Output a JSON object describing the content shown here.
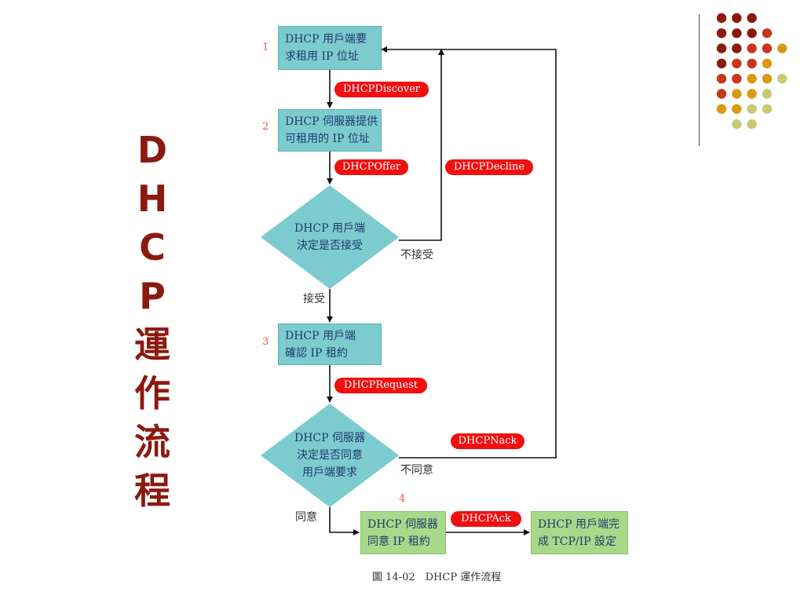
{
  "title_chars": [
    "D",
    "H",
    "C",
    "P",
    "運",
    "作",
    "流",
    "程"
  ],
  "nodes": {
    "step1": [
      "DHCP 用戶端要",
      "求租用 IP 位址"
    ],
    "step2": [
      "DHCP 伺服器提供",
      "可租用的 IP 位址"
    ],
    "decision1": [
      "DHCP 用戶端",
      "決定是否接受"
    ],
    "step3": [
      "DHCP 用戶端",
      "確認 IP 租約"
    ],
    "decision2": [
      "DHCP 伺服器",
      "決定是否同意",
      "用戶端要求"
    ],
    "step4": [
      "DHCP 伺服器",
      "同意 IP 租約"
    ],
    "final": [
      "DHCP 用戶端完",
      "成 TCP/IP 設定"
    ]
  },
  "step_numbers": [
    "1",
    "2",
    "3",
    "4"
  ],
  "messages": {
    "discover": "DHCPDiscover",
    "offer": "DHCPOffer",
    "decline": "DHCPDecline",
    "request": "DHCPRequest",
    "nack": "DHCPNack",
    "ack": "DHCPAck"
  },
  "edge_labels": {
    "accept": "接受",
    "not_accept": "不接受",
    "agree": "同意",
    "not_agree": "不同意"
  },
  "caption": "圖 14-02　DHCP 運作流程",
  "colors": {
    "title": "#8b1a0e",
    "process_fill": "#7ccbcf",
    "final_fill": "#a8d98a",
    "message_pill": "#f20f0f",
    "dot_dark": "#8b1a0e",
    "dot_red": "#c8361b",
    "dot_orange": "#d89a12",
    "dot_olive": "#c9c873"
  }
}
